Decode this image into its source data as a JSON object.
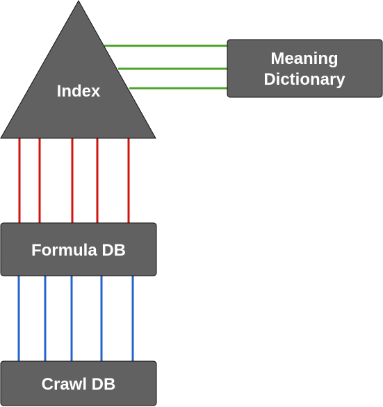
{
  "nodes": {
    "index": {
      "label": "Index"
    },
    "meaning_dictionary": {
      "label_line1": "Meaning",
      "label_line2": "Dictionary"
    },
    "formula_db": {
      "label": "Formula DB"
    },
    "crawl_db": {
      "label": "Crawl DB"
    }
  },
  "connections": [
    {
      "from": "index",
      "to": "meaning_dictionary",
      "count": 3,
      "color": "#4aa52a"
    },
    {
      "from": "index",
      "to": "formula_db",
      "count": 5,
      "color": "#d0140f"
    },
    {
      "from": "formula_db",
      "to": "crawl_db",
      "count": 5,
      "color": "#2664cd"
    }
  ],
  "colors": {
    "node_fill": "#616161",
    "node_text": "#ffffff",
    "node_border": "#111111"
  }
}
